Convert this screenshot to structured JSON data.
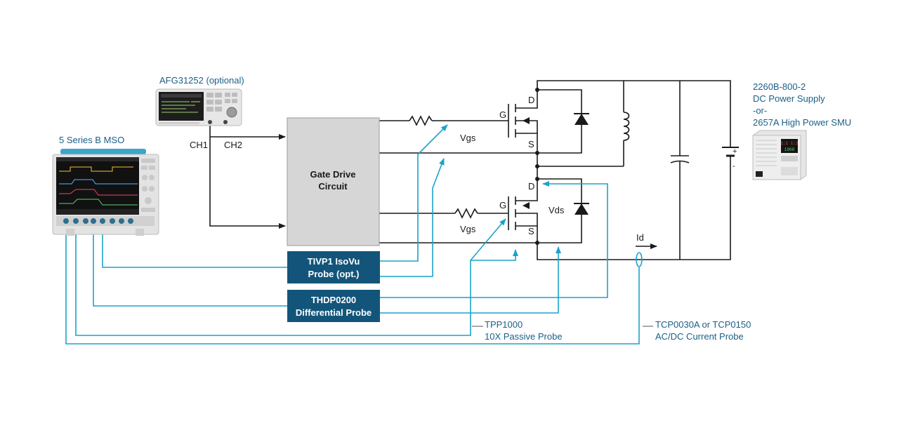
{
  "instruments": {
    "afg": {
      "label": "AFG31252 (optional)",
      "ch1": "CH1",
      "ch2": "CH2"
    },
    "mso": {
      "label": "5 Series B MSO"
    },
    "psu": {
      "line1": "2260B-800-2",
      "line2": "DC Power Supply",
      "line3": "-or-",
      "line4": "2657A High Power SMU",
      "readout_top": "1:1 1:1",
      "readout_bottom": "1908"
    }
  },
  "circuit": {
    "gate_drive": {
      "line1": "Gate Drive",
      "line2": "Circuit"
    },
    "high_side": {
      "gate": "G",
      "drain": "D",
      "source": "S",
      "vgs": "Vgs"
    },
    "low_side": {
      "gate": "G",
      "drain": "D",
      "source": "S",
      "vgs": "Vgs",
      "vds": "Vds"
    },
    "current": "Id",
    "plus": "+",
    "minus": "-"
  },
  "probes": {
    "isovu": {
      "line1": "TIVP1 IsoVu",
      "line2": "Probe (opt.)"
    },
    "diff": {
      "line1": "THDP0200",
      "line2": "Differential Probe"
    },
    "passive": {
      "line1": "TPP1000",
      "line2": "10X Passive Probe"
    },
    "current": {
      "line1": "TCP0030A or TCP0150",
      "line2": "AC/DC Current Probe"
    }
  },
  "colors": {
    "wire": "#1a1a1a",
    "probe": "#1ba3c9",
    "probe_box": "#13557a",
    "label_teal": "#1a5f86",
    "gate_drive_fill": "#d6d6d6"
  }
}
